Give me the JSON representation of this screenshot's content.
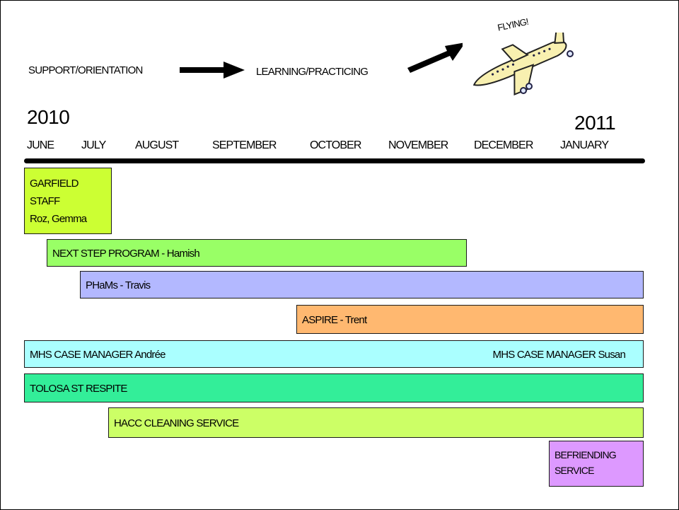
{
  "header": {
    "stage1": "SUPPORT/ORIENTATION",
    "stage2": "LEARNING/PRACTICING",
    "stage3": "FLYING!"
  },
  "timeline": {
    "year_start": "2010",
    "year_end": "2011",
    "months": [
      "JUNE",
      "JULY",
      "AUGUST",
      "SEPTEMBER",
      "OCTOBER",
      "NOVEMBER",
      "DECEMBER",
      "JANUARY"
    ]
  },
  "services": [
    {
      "lines": [
        "GARFIELD",
        "STAFF",
        "Roz, Gemma"
      ],
      "color": "#ccff33"
    },
    {
      "label": "NEXT STEP PROGRAM - Hamish",
      "color": "#99ff66"
    },
    {
      "label": "PHaMs - Travis",
      "color": "#b3b8ff"
    },
    {
      "label": "ASPIRE - Trent",
      "color": "#ffb870"
    },
    {
      "label": "MHS CASE MANAGER Andrée",
      "label_right": "MHS CASE MANAGER Susan",
      "color": "#aaffff"
    },
    {
      "label": "TOLOSA ST RESPITE",
      "color": "#33ee99"
    },
    {
      "label": "HACC CLEANING SERVICE",
      "color": "#ccff66"
    },
    {
      "lines": [
        "BEFRIENDING",
        "SERVICE"
      ],
      "color": "#dd99ff"
    }
  ],
  "icons": {
    "plane": "airplane-icon"
  }
}
